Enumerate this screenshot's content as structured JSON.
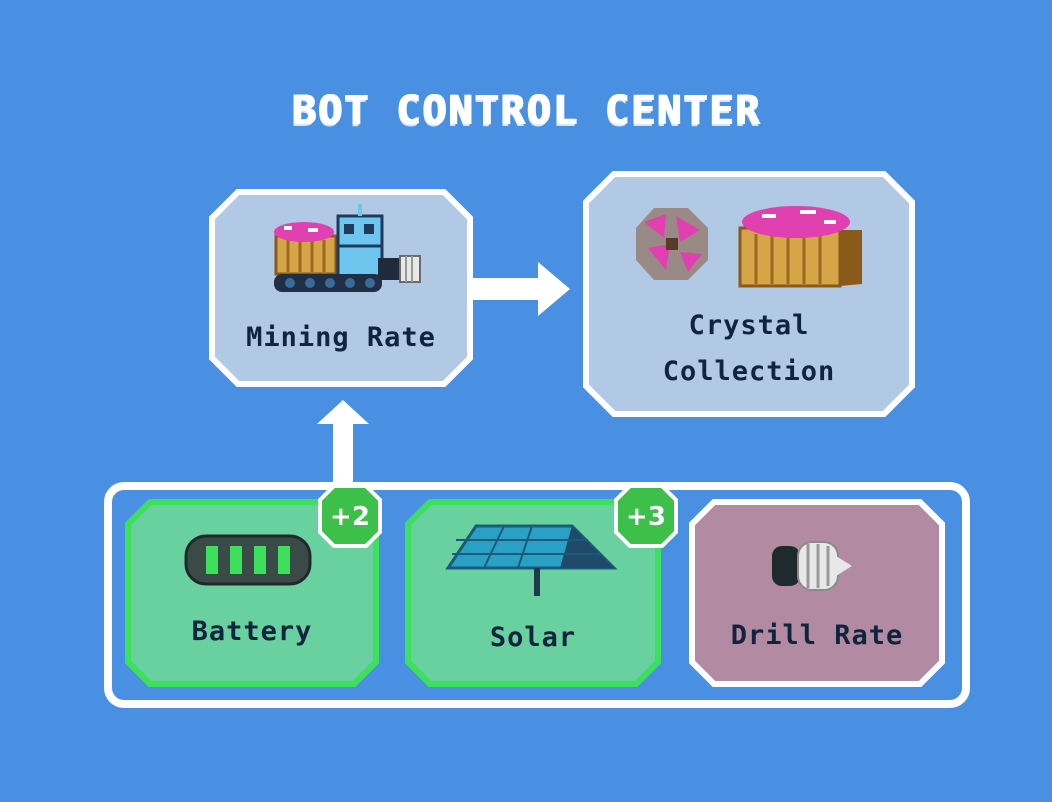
{
  "title": "BOT CONTROL CENTER",
  "nodes": {
    "mining_rate": {
      "label": "Mining Rate",
      "icon": "mining-bot-icon"
    },
    "crystal_collection": {
      "label_line1": "Crystal",
      "label_line2": "Collection",
      "icons": [
        "crystal-ore-icon",
        "crystal-cart-icon"
      ]
    }
  },
  "upgrades": [
    {
      "label": "Battery",
      "badge": "+2",
      "icon": "battery-icon",
      "state": "active"
    },
    {
      "label": "Solar",
      "badge": "+3",
      "icon": "solar-panel-icon",
      "state": "active"
    },
    {
      "label": "Drill Rate",
      "icon": "drill-bit-icon",
      "state": "inactive"
    }
  ],
  "colors": {
    "background": "#4a90e2",
    "node_fill": "#b2c9e6",
    "active_fill": "#69d1a0",
    "active_border": "#3ce05a",
    "inactive_fill": "#b28aa2",
    "badge": "#3cc04a",
    "text": "#11243d"
  }
}
